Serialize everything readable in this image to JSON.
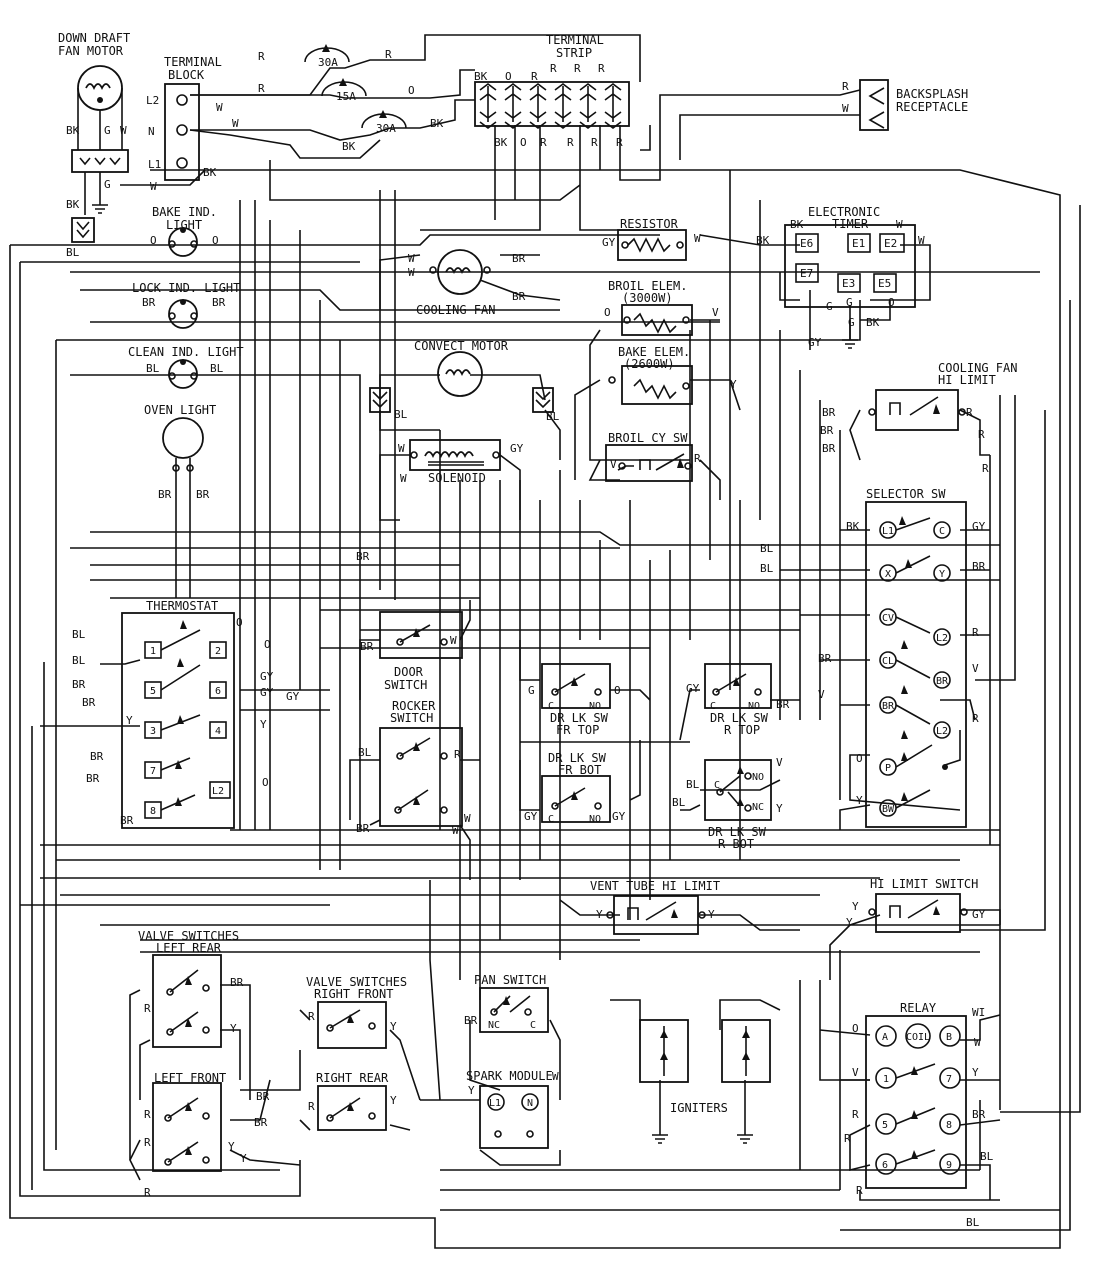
{
  "labels": {
    "down_draft_fan_motor": [
      "DOWN DRAFT",
      "FAN MOTOR"
    ],
    "terminal_block": [
      "TERMINAL",
      "BLOCK"
    ],
    "terminal_strip": [
      "TERMINAL",
      "STRIP"
    ],
    "backsplash_receptacle": [
      "BACKSPLASH",
      "RECEPTACLE"
    ],
    "bake_ind_light": [
      "BAKE IND.",
      "LIGHT"
    ],
    "lock_ind_light": "LOCK IND. LIGHT",
    "clean_ind_light": "CLEAN IND. LIGHT",
    "oven_light": "OVEN LIGHT",
    "resistor": "RESISTOR",
    "electronic_timer": [
      "ELECTRONIC",
      "TIMER"
    ],
    "broil_elem": [
      "BROIL ELEM.",
      "(3000W)"
    ],
    "bake_elem": [
      "BAKE ELEM.",
      "(2600W)"
    ],
    "cooling_fan": "COOLING FAN",
    "convect_motor": "CONVECT MOTOR",
    "cooling_fan_hi_limit": [
      "COOLING FAN",
      "HI LIMIT"
    ],
    "broil_cy_sw": "BROIL CY SW",
    "solenoid": "SOLENOID",
    "selector_sw": "SELECTOR SW",
    "thermostat": "THERMOSTAT",
    "door_switch": [
      "DOOR",
      "SWITCH"
    ],
    "rocker_switch": [
      "ROCKER",
      "SWITCH"
    ],
    "dr_lk_sw_fr_top": [
      "DR LK SW",
      "FR TOP"
    ],
    "dr_lk_sw_r_top": [
      "DR LK SW",
      "R TOP"
    ],
    "dr_lk_sw_fr_bot": [
      "DR LK SW",
      "FR BOT"
    ],
    "dr_lk_sw_r_bot": [
      "DR LK SW",
      "R BOT"
    ],
    "vent_tube_hi_limit": "VENT TUBE HI LIMIT",
    "hi_limit_switch": "HI LIMIT SWITCH",
    "valve_switches_left_rear": [
      "VALVE SWITCHES",
      "LEFT REAR"
    ],
    "valve_switches_right_front": [
      "VALVE SWITCHES",
      "RIGHT FRONT"
    ],
    "left_front": "LEFT FRONT",
    "right_rear": "RIGHT REAR",
    "pan_switch": "PAN SWITCH",
    "spark_module": "SPARK MODULE",
    "igniters": "IGNITERS",
    "relay": "RELAY"
  },
  "fuses": [
    "30A",
    "15A",
    "30A"
  ],
  "terminal_block_terminals": [
    "L2",
    "N",
    "L1"
  ],
  "timer_terminals": [
    "E6",
    "E1",
    "E2",
    "E7",
    "E3",
    "E5"
  ],
  "thermostat_terminals": [
    "1",
    "2",
    "5",
    "6",
    "3",
    "4",
    "7",
    "8",
    "L2"
  ],
  "selector_terminals": [
    "L1",
    "C",
    "X",
    "Y",
    "CV",
    "L2",
    "CL",
    "BR",
    "BR",
    "L2",
    "P",
    "BW"
  ],
  "relay_terminals": [
    "A",
    "COIL",
    "B",
    "1",
    "7",
    "5",
    "8",
    "6",
    "9"
  ],
  "spark_terminals": [
    "L1",
    "N"
  ],
  "switch_contacts": {
    "c": "C",
    "no": "NO",
    "nc": "NC"
  },
  "wire_codes": {
    "R": "R",
    "W": "W",
    "O": "O",
    "BK": "BK",
    "G": "G",
    "GY": "GY",
    "BL": "BL",
    "BR": "BR",
    "Y": "Y",
    "V": "V",
    "WI": "WI"
  }
}
